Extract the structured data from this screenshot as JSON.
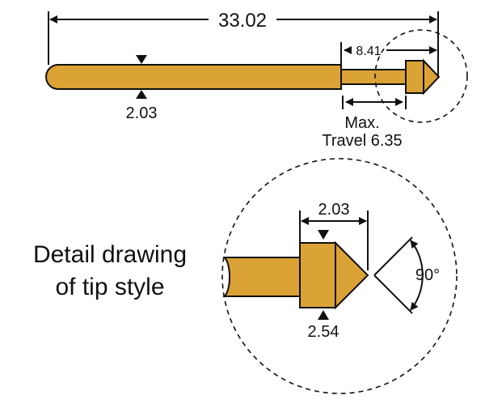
{
  "dimensions": {
    "overall_length": "33.02",
    "tip_length": "8.41",
    "body_diameter": "2.03",
    "max_travel_line1": "Max.",
    "max_travel_line2": "Travel 6.35",
    "detail_tip_length": "2.03",
    "detail_tip_diameter": "2.54",
    "tip_angle": "90°"
  },
  "detail_caption": {
    "line1": "Detail drawing",
    "line2": "of tip style"
  },
  "colors": {
    "part_fill": "#DBA236",
    "outline": "#111111"
  }
}
